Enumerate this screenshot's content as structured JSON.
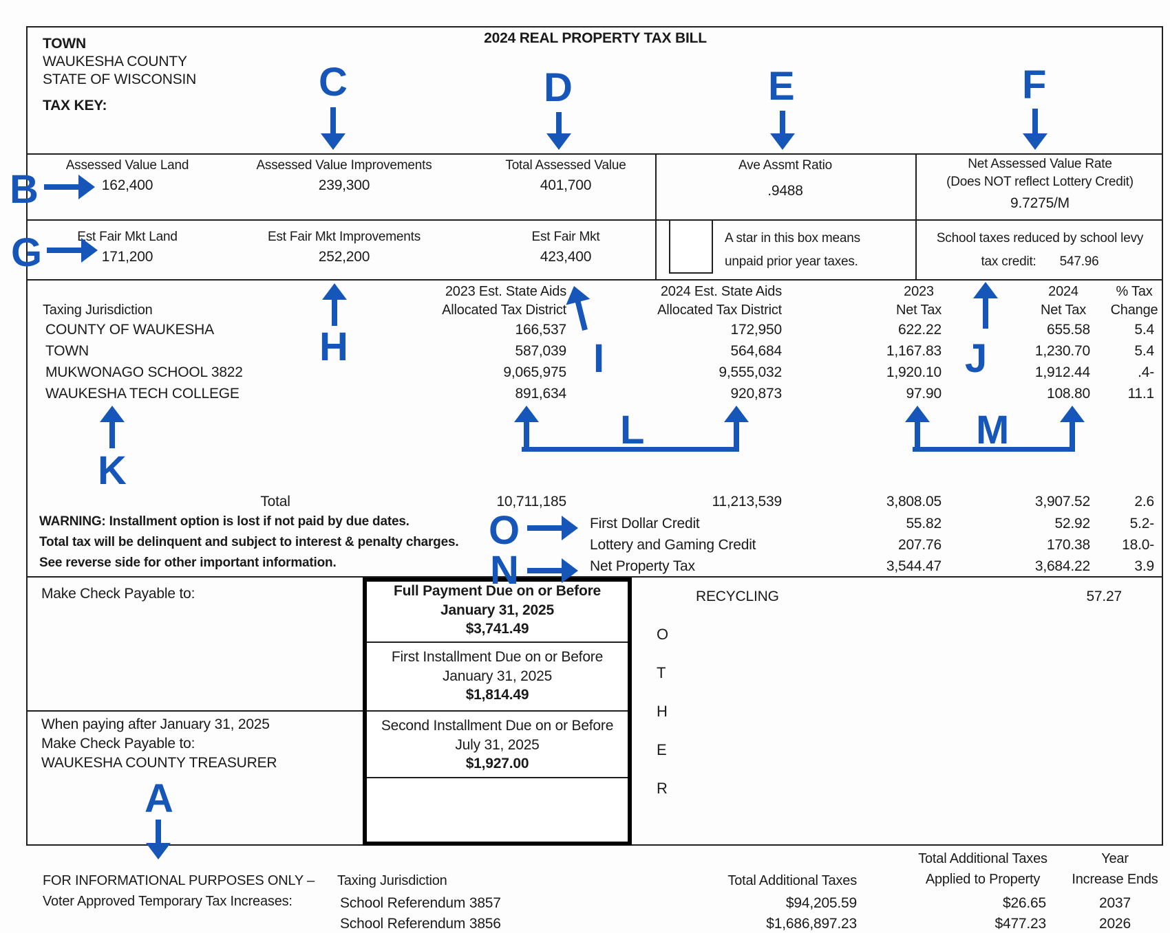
{
  "title": "2024 REAL PROPERTY TAX BILL",
  "colors": {
    "annotation_blue": "#1656b8",
    "ink": "#1a1a1a"
  },
  "header": {
    "municipality": "TOWN",
    "county": "WAUKESHA COUNTY",
    "state": "STATE OF WISCONSIN",
    "tax_key_label": "TAX KEY:"
  },
  "assessed_row": {
    "land_label": "Assessed Value Land",
    "land_value": "162,400",
    "improvements_label": "Assessed Value Improvements",
    "improvements_value": "239,300",
    "total_label": "Total Assessed Value",
    "total_value": "401,700",
    "ratio_label": "Ave Assmt Ratio",
    "ratio_value": ".9488",
    "rate_label": "Net Assessed Value Rate",
    "rate_note": "(Does NOT reflect Lottery Credit)",
    "rate_value": "9.7275/M"
  },
  "fair_market_row": {
    "land_label": "Est Fair Mkt Land",
    "land_value": "171,200",
    "improvements_label": "Est Fair Mkt Improvements",
    "improvements_value": "252,200",
    "total_label": "Est Fair Mkt",
    "total_value": "423,400",
    "star_note_line1": "A star in this box means",
    "star_note_line2": "unpaid prior year taxes.",
    "school_credit_line1": "School taxes reduced by school levy",
    "school_credit_label": "tax credit:",
    "school_credit_value": "547.96"
  },
  "tax_table": {
    "jurisdiction_header": "Taxing Jurisdiction",
    "aids_2023_header1": "2023 Est. State Aids",
    "aids_2023_header2": "Allocated Tax District",
    "aids_2024_header1": "2024 Est. State Aids",
    "aids_2024_header2": "Allocated Tax District",
    "net_2023_header1": "2023",
    "net_2023_header2": "Net Tax",
    "net_2024_header1": "2024",
    "net_2024_header2": "Net Tax",
    "change_header1": "% Tax",
    "change_header2": "Change",
    "rows": [
      {
        "jurisdiction": "COUNTY OF WAUKESHA",
        "aids_2023": "166,537",
        "aids_2024": "172,950",
        "net_2023": "622.22",
        "net_2024": "655.58",
        "change": "5.4"
      },
      {
        "jurisdiction": "TOWN",
        "aids_2023": "587,039",
        "aids_2024": "564,684",
        "net_2023": "1,167.83",
        "net_2024": "1,230.70",
        "change": "5.4"
      },
      {
        "jurisdiction": "MUKWONAGO SCHOOL 3822",
        "aids_2023": "9,065,975",
        "aids_2024": "9,555,032",
        "net_2023": "1,920.10",
        "net_2024": "1,912.44",
        "change": ".4-"
      },
      {
        "jurisdiction": "WAUKESHA TECH COLLEGE",
        "aids_2023": "891,634",
        "aids_2024": "920,873",
        "net_2023": "97.90",
        "net_2024": "108.80",
        "change": "11.1"
      }
    ],
    "total_label": "Total",
    "total": {
      "aids_2023": "10,711,185",
      "aids_2024": "11,213,539",
      "net_2023": "3,808.05",
      "net_2024": "3,907.52",
      "change": "2.6"
    },
    "credits": [
      {
        "label": "First Dollar Credit",
        "net_2023": "55.82",
        "net_2024": "52.92",
        "change": "5.2-"
      },
      {
        "label": "Lottery and Gaming Credit",
        "net_2023": "207.76",
        "net_2024": "170.38",
        "change": "18.0-"
      },
      {
        "label": "Net Property Tax",
        "net_2023": "3,544.47",
        "net_2024": "3,684.22",
        "change": "3.9"
      }
    ],
    "warning_line1": "WARNING: Installment option is lost if not paid by due dates.",
    "warning_line2": "Total tax will be delinquent and subject to interest & penalty charges.",
    "warning_line3": "See reverse side for other important information."
  },
  "payment": {
    "make_check_label": "Make Check Payable to:",
    "late_line1": "When paying after January 31, 2025",
    "late_line2": "Make Check Payable to:",
    "late_line3": "WAUKESHA COUNTY TREASURER",
    "full_line1": "Full Payment Due on or Before",
    "full_line2": "January 31, 2025",
    "full_amount": "$3,741.49",
    "first_line1": "First Installment Due on or Before",
    "first_line2": "January 31, 2025",
    "first_amount": "$1,814.49",
    "second_line1": "Second Installment Due on or Before",
    "second_line2": "July 31, 2025",
    "second_amount": "$1,927.00",
    "recycling_label": "RECYCLING",
    "recycling_value": "57.27",
    "other_letters": [
      "O",
      "T",
      "H",
      "E",
      "R"
    ]
  },
  "referendums": {
    "info_line1": "FOR INFORMATIONAL PURPOSES ONLY –",
    "info_line2": "Voter Approved Temporary Tax Increases:",
    "jurisdiction_header": "Taxing Jurisdiction",
    "total_header": "Total Additional Taxes",
    "applied_header1": "Total Additional Taxes",
    "applied_header2": "Applied to Property",
    "year_header1": "Year",
    "year_header2": "Increase Ends",
    "rows": [
      {
        "jurisdiction": "School Referendum 3857",
        "total": "$94,205.59",
        "applied": "$26.65",
        "year": "2037"
      },
      {
        "jurisdiction": "School Referendum 3856",
        "total": "$1,686,897.23",
        "applied": "$477.23",
        "year": "2026"
      }
    ]
  },
  "annotations": {
    "a": "A",
    "b": "B",
    "c": "C",
    "d": "D",
    "e": "E",
    "f": "F",
    "g": "G",
    "h": "H",
    "i": "I",
    "j": "J",
    "k": "K",
    "l": "L",
    "m": "M",
    "n": "N",
    "o": "O"
  }
}
